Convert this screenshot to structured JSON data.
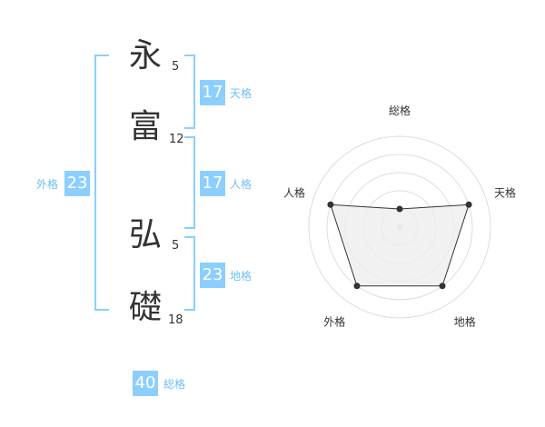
{
  "name": {
    "chars": [
      {
        "char": "永",
        "strokes": "5"
      },
      {
        "char": "富",
        "strokes": "12"
      },
      {
        "char": "弘",
        "strokes": "5"
      },
      {
        "char": "礎",
        "strokes": "18"
      }
    ]
  },
  "fortune": {
    "tenkaku": {
      "value": "17",
      "label": "天格"
    },
    "jinkaku": {
      "value": "17",
      "label": "人格"
    },
    "chikaku": {
      "value": "23",
      "label": "地格"
    },
    "gaikaku": {
      "value": "23",
      "label": "外格"
    },
    "soukaku": {
      "value": "40",
      "label": "総格"
    }
  },
  "chart_data": {
    "type": "radar",
    "axes": [
      "総格",
      "天格",
      "地格",
      "外格",
      "人格"
    ],
    "values": [
      0.2,
      0.8,
      0.8,
      0.8,
      0.8
    ],
    "max": 1.0,
    "rings": 5,
    "grid": true,
    "colors": {
      "fill": "#eeeeee",
      "line": "#333333",
      "grid": "#dddddd",
      "point": "#333333"
    }
  }
}
